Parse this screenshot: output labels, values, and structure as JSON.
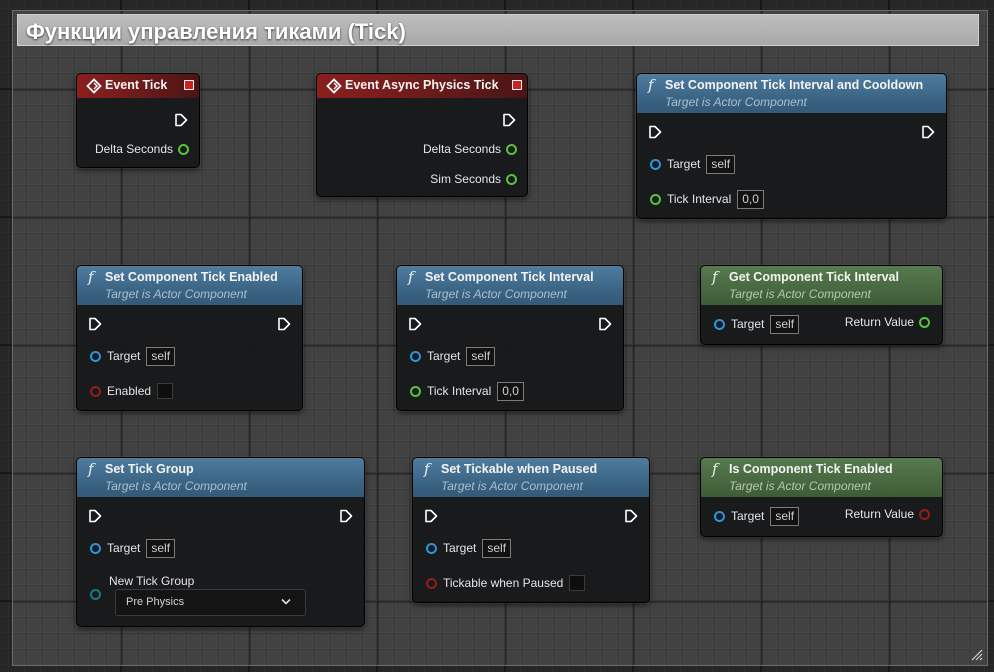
{
  "comment": {
    "title": "Функции управления тиками (Tick)"
  },
  "nodes": {
    "event_tick": {
      "title": "Event Tick",
      "out1": "Delta Seconds"
    },
    "event_async": {
      "title": "Event Async Physics Tick",
      "out1": "Delta Seconds",
      "out2": "Sim Seconds"
    },
    "set_interval_cooldown": {
      "title": "Set Component Tick Interval and Cooldown",
      "subtitle": "Target is Actor Component",
      "target": "Target",
      "target_val": "self",
      "param": "Tick Interval",
      "param_val": "0,0"
    },
    "set_enabled": {
      "title": "Set Component Tick Enabled",
      "subtitle": "Target is Actor Component",
      "target": "Target",
      "target_val": "self",
      "param": "Enabled"
    },
    "set_interval": {
      "title": "Set Component Tick Interval",
      "subtitle": "Target is Actor Component",
      "target": "Target",
      "target_val": "self",
      "param": "Tick Interval",
      "param_val": "0,0"
    },
    "get_interval": {
      "title": "Get Component Tick Interval",
      "subtitle": "Target is Actor Component",
      "target": "Target",
      "target_val": "self",
      "ret": "Return Value"
    },
    "set_group": {
      "title": "Set Tick Group",
      "subtitle": "Target is Actor Component",
      "target": "Target",
      "target_val": "self",
      "param": "New Tick Group",
      "combo_val": "Pre Physics"
    },
    "set_paused": {
      "title": "Set Tickable when Paused",
      "subtitle": "Target is Actor Component",
      "target": "Target",
      "target_val": "self",
      "param": "Tickable when Paused"
    },
    "is_enabled": {
      "title": "Is Component Tick Enabled",
      "subtitle": "Target is Actor Component",
      "target": "Target",
      "target_val": "self",
      "ret": "Return Value"
    }
  },
  "colors": {
    "event_header": "#8a1f1f",
    "func_header": "#3b6585",
    "pure_header": "#48683f",
    "object_pin": "#2b96d8",
    "float_pin": "#58c33b",
    "bool_pin": "#931c1c",
    "enum_pin": "#147d7a"
  }
}
